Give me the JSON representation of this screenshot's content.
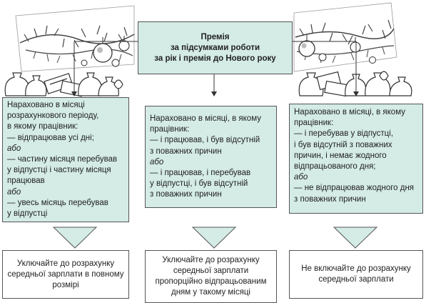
{
  "top": {
    "lines": [
      "Премія",
      "за підсумками роботи",
      "за рік і премія до Нового року"
    ]
  },
  "conditions": [
    {
      "lines": [
        {
          "t": "Нараховано в місяці",
          "i": false
        },
        {
          "t": "розрахункового періоду,",
          "i": false
        },
        {
          "t": "в якому працівник:",
          "i": false
        },
        {
          "t": "— відпрацював усі дні;",
          "i": false
        },
        {
          "t": "або",
          "i": true
        },
        {
          "t": "— частину місяця перебував",
          "i": false
        },
        {
          "t": "у відпустці і частину місяця",
          "i": false
        },
        {
          "t": "працював",
          "i": false
        },
        {
          "t": "або",
          "i": true
        },
        {
          "t": "— увесь місяць перебував",
          "i": false
        },
        {
          "t": "у відпустці",
          "i": false
        }
      ]
    },
    {
      "lines": [
        {
          "t": "Нараховано в місяці, в якому",
          "i": false
        },
        {
          "t": "працівник:",
          "i": false
        },
        {
          "t": "— і працював, і був відсутній",
          "i": false
        },
        {
          "t": "з поважних причин",
          "i": false
        },
        {
          "t": "або",
          "i": true
        },
        {
          "t": "— і працював, і перебував",
          "i": false
        },
        {
          "t": "у відпустці, і був відсутній",
          "i": false
        },
        {
          "t": "з поважних причин",
          "i": false
        }
      ]
    },
    {
      "lines": [
        {
          "t": "Нараховано в місяці, в якому",
          "i": false
        },
        {
          "t": "працівник:",
          "i": false
        },
        {
          "t": "— і перебував у відпустці,",
          "i": false
        },
        {
          "t": "і був відсутній з поважних",
          "i": false
        },
        {
          "t": "причин, і немає жодного",
          "i": false
        },
        {
          "t": "відпрацьованого дня;",
          "i": false
        },
        {
          "t": "або",
          "i": true
        },
        {
          "t": "— не відпрацював жодного дня",
          "i": false
        },
        {
          "t": "з поважних причин",
          "i": false
        }
      ]
    }
  ],
  "results": [
    {
      "lines": [
        "Уключайте до розрахунку",
        "середньої зарплати в повному",
        "розмірі"
      ]
    },
    {
      "lines": [
        "Уключайте до розрахунку",
        "середньої зарплати",
        "пропорційно відпрацьованим",
        "дням у такому місяці"
      ]
    },
    {
      "lines": [
        "Не включайте до розрахунку",
        "середньої зарплати"
      ]
    }
  ],
  "colors": {
    "box_fill": "#d4ebe6",
    "border": "#555555",
    "decor": "#333333"
  },
  "decor_icons": [
    "garland-left-icon",
    "garland-right-icon",
    "money-bags-left-icon",
    "money-bags-right-icon"
  ]
}
